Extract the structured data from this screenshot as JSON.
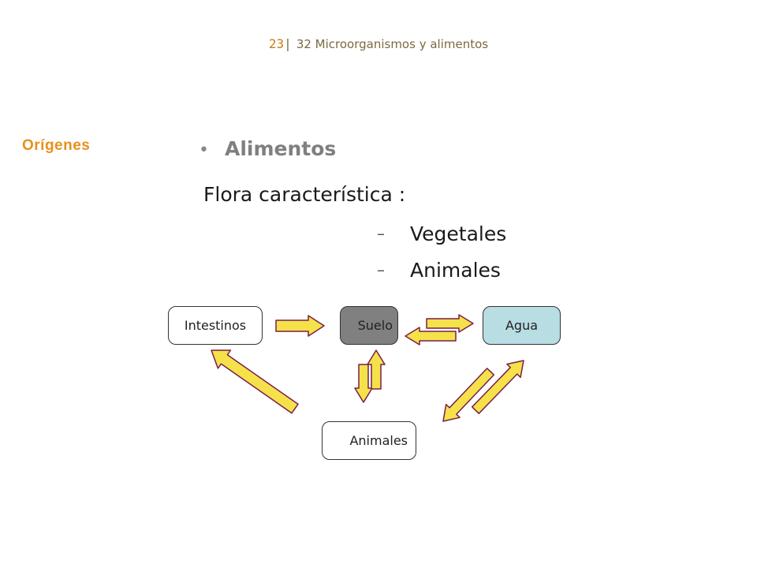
{
  "header": {
    "number": "23",
    "separator": "|",
    "title": "32 Microorganismos y alimentos"
  },
  "section_label": "Orígenes",
  "bullet": {
    "symbol": "•",
    "text": "Alimentos"
  },
  "subtitle": "Flora característica :",
  "items": [
    {
      "dash": "–",
      "text": "Vegetales"
    },
    {
      "dash": "–",
      "text": "Animales"
    }
  ],
  "diagram": {
    "nodes": {
      "intestinos": {
        "label": "Intestinos",
        "fill": "#ffffff"
      },
      "suelo": {
        "label": "Suelo",
        "fill": "#808080"
      },
      "agua": {
        "label": "Agua",
        "fill": "#b8dde3"
      },
      "animales": {
        "label": "Animales",
        "fill": "#ffffff"
      }
    },
    "arrow_fill": "#f5e24a",
    "arrow_stroke": "#7a1e4a"
  }
}
